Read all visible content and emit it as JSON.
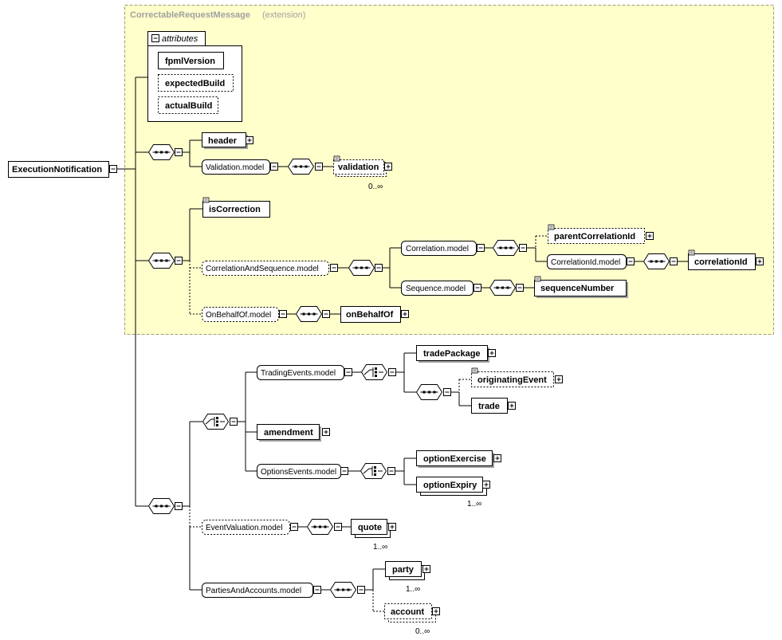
{
  "extension": {
    "title": "CorrectableRequestMessage",
    "suffix": "(extension)"
  },
  "attributes": {
    "label": "attributes",
    "items": [
      "fpmlVersion",
      "expectedBuild",
      "actualBuild"
    ]
  },
  "root": "ExecutionNotification",
  "elements": {
    "header": "header",
    "validation": "validation",
    "isCorrection": "isCorrection",
    "parentCorrelationId": "parentCorrelationId",
    "correlationId": "correlationId",
    "sequenceNumber": "sequenceNumber",
    "onBehalfOf": "onBehalfOf",
    "tradePackage": "tradePackage",
    "originatingEvent": "originatingEvent",
    "trade": "trade",
    "amendment": "amendment",
    "optionExercise": "optionExercise",
    "optionExpiry": "optionExpiry",
    "quote": "quote",
    "party": "party",
    "account": "account"
  },
  "groups": {
    "validationModel": "Validation.model",
    "correlationAndSequenceModel": "CorrelationAndSequence.model",
    "correlationModel": "Correlation.model",
    "correlationIdModel": "CorrelationId.model",
    "sequenceModel": "Sequence.model",
    "onBehalfOfModel": "OnBehalfOf.model",
    "tradingEventsModel": "TradingEvents.model",
    "optionsEventsModel": "OptionsEvents.model",
    "eventValuationModel": "EventValuation.model",
    "partiesAndAccountsModel": "PartiesAndAccounts.model"
  },
  "cardinalities": {
    "validation": "0..∞",
    "optionExpiry": "1..∞",
    "quote": "1..∞",
    "party": "1..∞",
    "account": "0..∞"
  }
}
